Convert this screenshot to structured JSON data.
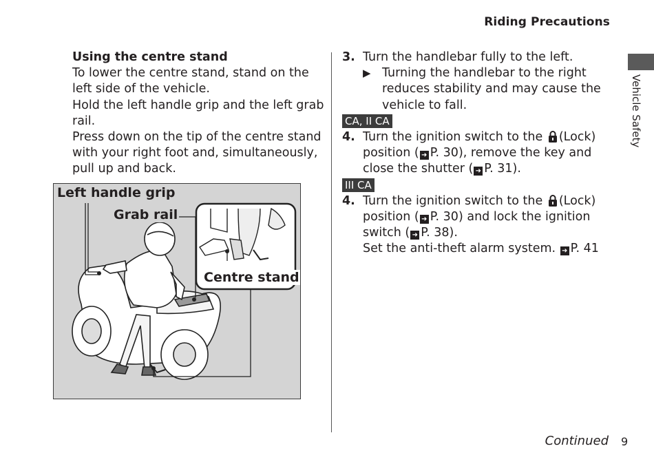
{
  "header": {
    "title": "Riding Precautions"
  },
  "side_tab": {
    "label": "Vehicle Safety"
  },
  "left": {
    "heading": "Using the centre stand",
    "paragraphs": [
      "To lower the centre stand, stand on the left side of the vehicle.",
      "Hold the left handle grip and the left grab rail.",
      "Press down on the tip of the centre stand with your right foot and, simultaneously, pull up and back."
    ],
    "figure": {
      "label_handle_grip": "Left handle grip",
      "label_grab_rail": "Grab rail",
      "label_centre_stand": "Centre stand"
    }
  },
  "right": {
    "step3": {
      "num": "3.",
      "text": "Turn the handlebar fully to the left.",
      "note": "Turning the handlebar to the right reduces stability and may cause the vehicle to fall."
    },
    "tag_a": "CA, II CA",
    "step4a": {
      "num": "4.",
      "t1": "Turn the ignition switch to the",
      "t2": "(Lock) position (",
      "ref1": "P. 30)",
      "t3": ", remove the key and close the shutter (",
      "ref2": "P. 31)."
    },
    "tag_b": "III CA",
    "step4b": {
      "num": "4.",
      "t1": "Turn the ignition switch to the",
      "t2": "(Lock) position (",
      "ref1": "P. 30)",
      "t3": " and lock the ignition switch (",
      "ref2": "P. 38).",
      "t4": "Set the anti-theft alarm system.",
      "ref3": "P. 41"
    }
  },
  "footer": {
    "continued": "Continued",
    "page": "9"
  }
}
